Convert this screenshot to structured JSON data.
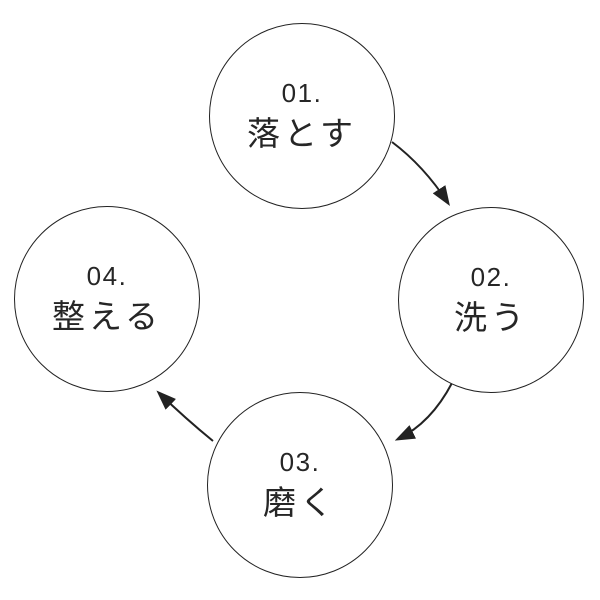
{
  "diagram": {
    "title": "four-step care cycle",
    "background_color": "#ffffff",
    "stroke_color": "#222222",
    "text_color": "#262626",
    "steps": [
      {
        "number": "01.",
        "label": "落とす",
        "position": "top"
      },
      {
        "number": "02.",
        "label": "洗う",
        "position": "right"
      },
      {
        "number": "03.",
        "label": "磨く",
        "position": "bottom"
      },
      {
        "number": "04.",
        "label": "整える",
        "position": "left"
      }
    ],
    "arrows": [
      {
        "from": "01",
        "to": "02",
        "direction": "clockwise"
      },
      {
        "from": "02",
        "to": "03",
        "direction": "clockwise"
      },
      {
        "from": "03",
        "to": "04",
        "direction": "clockwise"
      }
    ]
  }
}
